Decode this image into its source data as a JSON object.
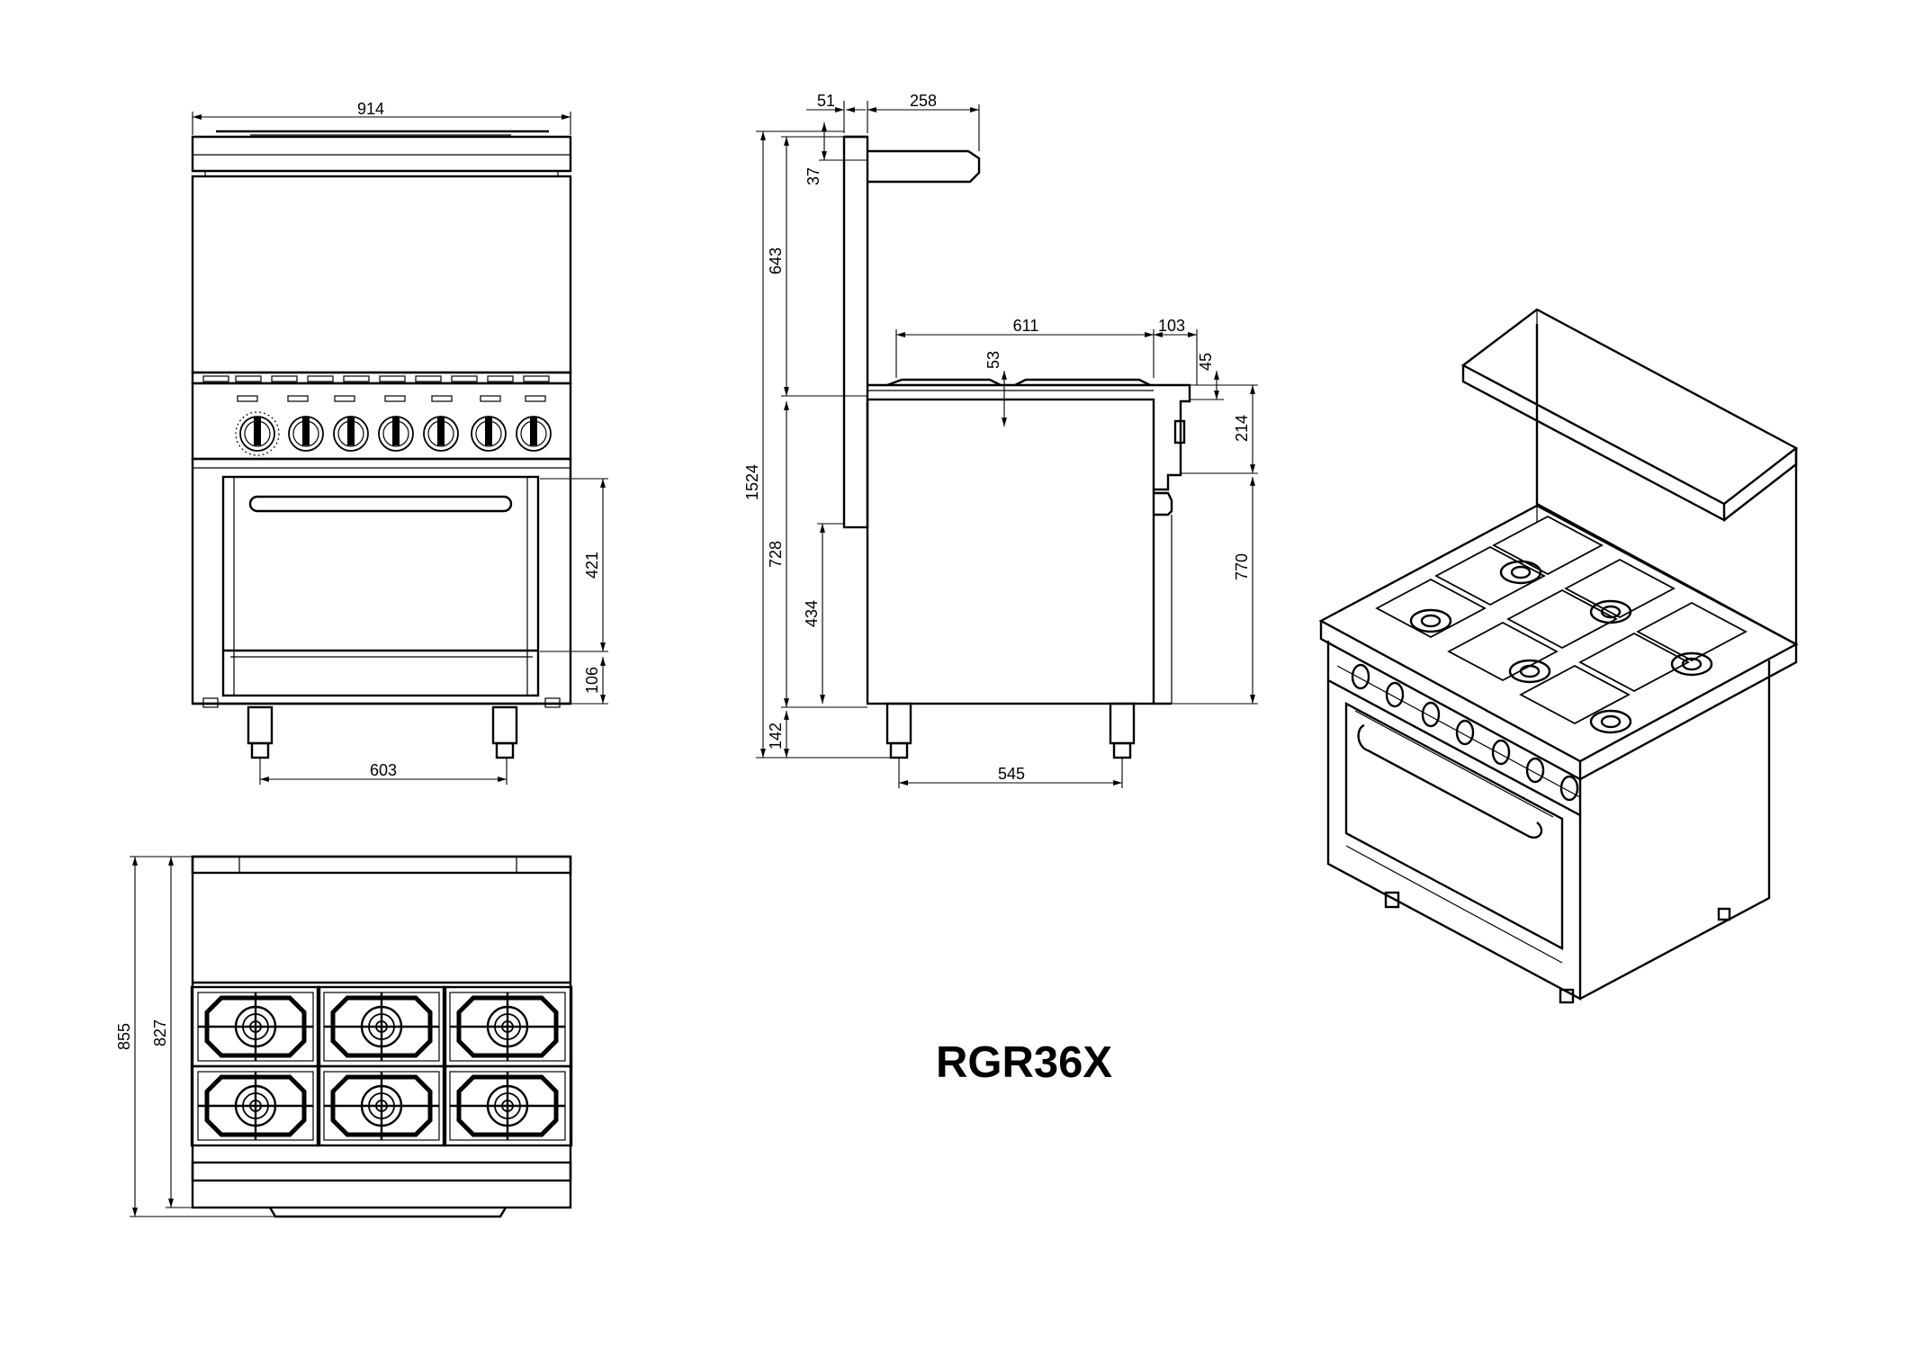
{
  "model": "RGR36X",
  "front_view": {
    "width": "914",
    "leg_spacing": "603",
    "oven_door_height": "421",
    "kick_height": "106"
  },
  "side_view": {
    "shelf_offset": "51",
    "shelf_depth": "258",
    "shelf_thickness": "37",
    "backsplash_height": "643",
    "overall_height": "1524",
    "body_height": "728",
    "door_handle_height": "434",
    "leg_height": "142",
    "body_depth": "611",
    "knob_projection": "103",
    "grate_height": "53",
    "control_offset": "45",
    "control_panel_height": "214",
    "work_height": "770",
    "leg_depth_spacing": "545"
  },
  "top_view": {
    "overall_depth": "855",
    "body_depth": "827"
  },
  "iso_view": {
    "burners": 6,
    "knobs": 7
  }
}
